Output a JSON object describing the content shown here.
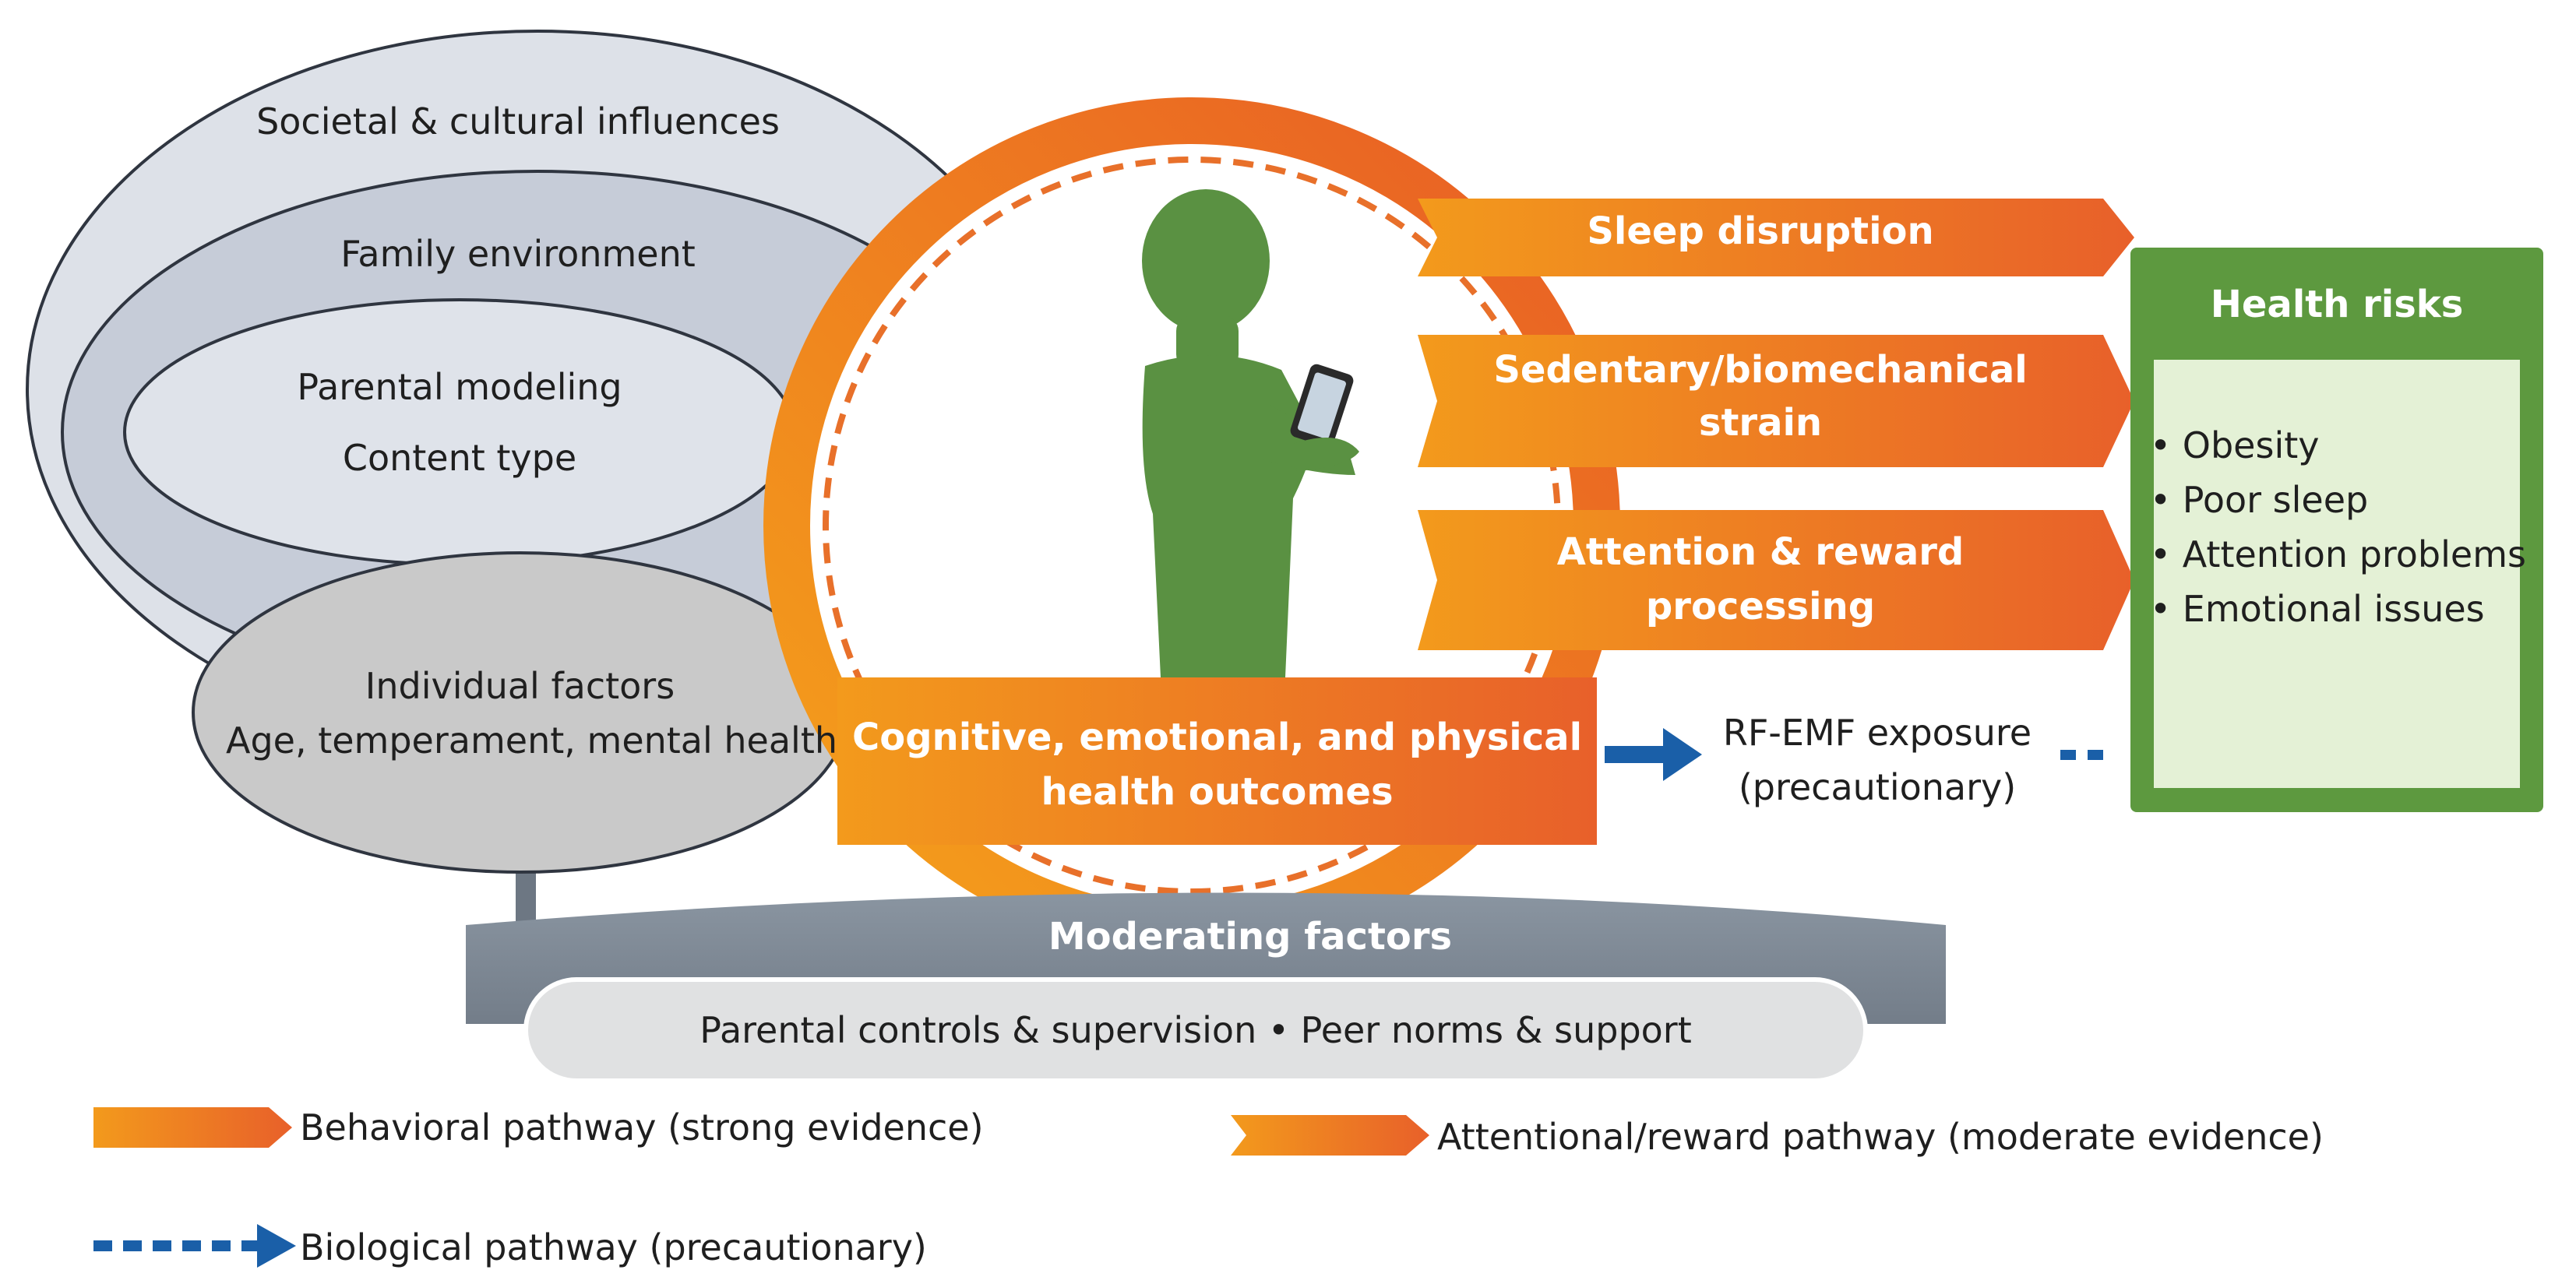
{
  "colors": {
    "orange_light": "#f39a1c",
    "orange_dark": "#e8602a",
    "green_silhouette": "#5a9142",
    "green_panel": "#5d993f",
    "green_panel_fill": "#e4f1d6",
    "gray_band": "#7d8894",
    "blue": "#1a5fa8",
    "ellipse_outer": "#dde1e8",
    "ellipse_middle": "#c6ccd8",
    "ellipse_inner": "#dfe3ea",
    "ellipse_individual": "#c9c9c9"
  },
  "ecology": {
    "societal": "Societal & cultural influences",
    "family": "Family environment",
    "parental_modeling": "Parental modeling",
    "content_type": "Content type",
    "individual_title": "Individual factors",
    "individual_detail": "Age, temperament, mental health"
  },
  "pathways": {
    "sleep": "Sleep disruption",
    "sedentary_line1": "Sedentary/biomechanical",
    "sedentary_line2": "strain",
    "attention_line1": "Attention & reward",
    "attention_line2": "processing"
  },
  "outcomes": {
    "line1": "Cognitive, emotional, and physical",
    "line2": "health outcomes"
  },
  "rf_emf": {
    "line1": "RF-EMF exposure",
    "line2": "(precautionary)"
  },
  "health_risks": {
    "title": "Health risks",
    "items": [
      "Obesity",
      "Poor sleep",
      "Attention problems",
      "Emotional issues"
    ]
  },
  "moderating": {
    "title": "Moderating factors",
    "detail": "Parental controls & supervision • Peer norms & support"
  },
  "legend": {
    "behavioral": "Behavioral pathway (strong evidence)",
    "attentional": "Attentional/reward pathway (moderate evidence)",
    "biological": "Biological pathway (precautionary)"
  }
}
